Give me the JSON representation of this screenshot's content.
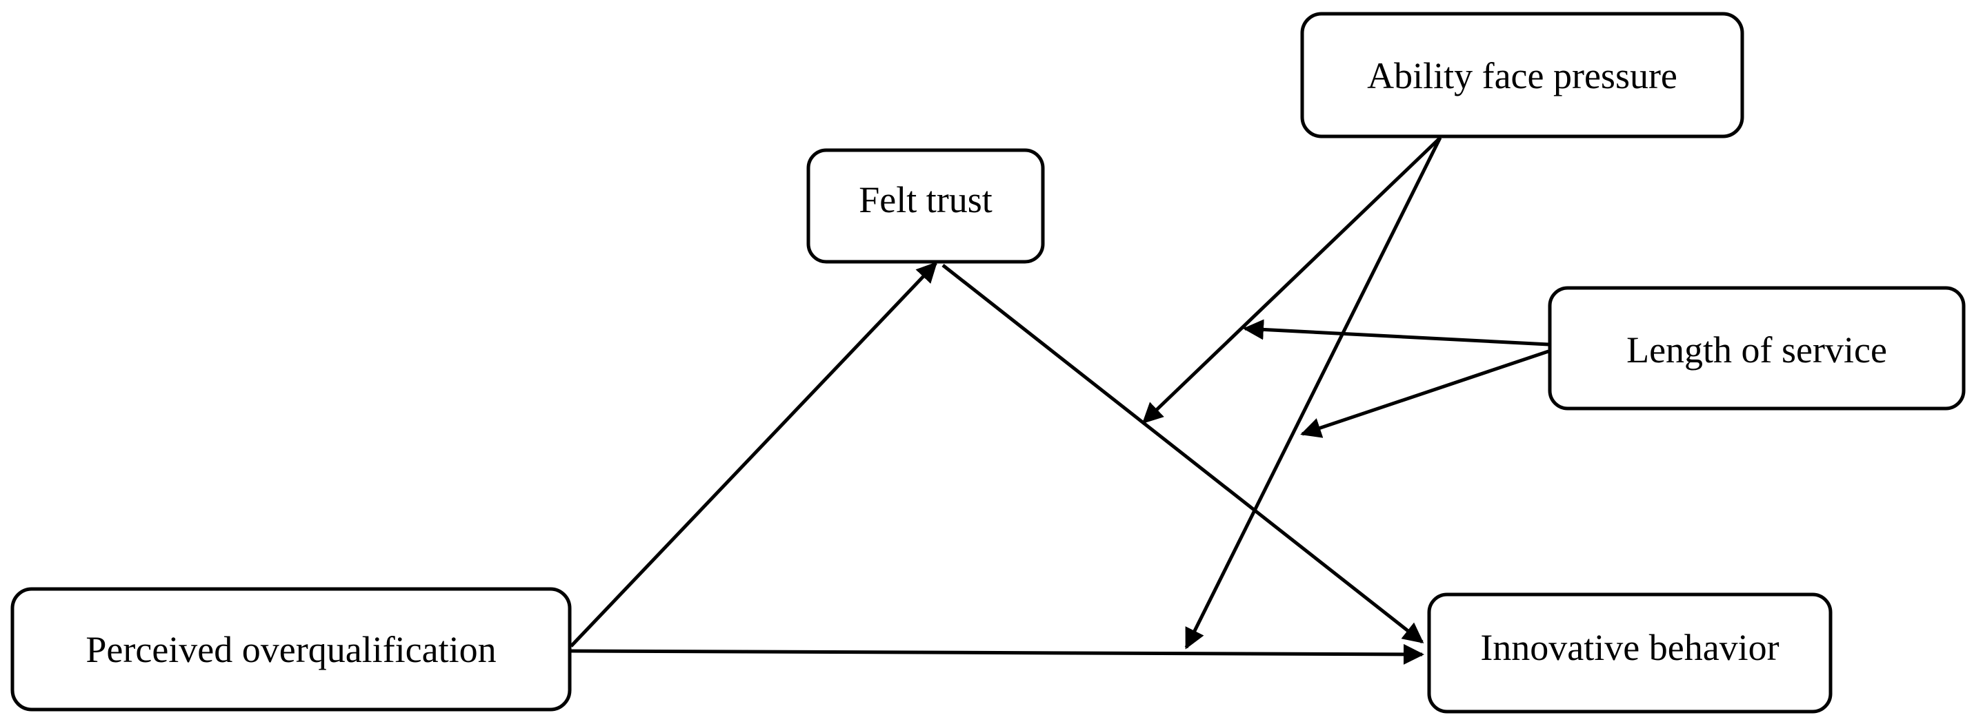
{
  "nodes": {
    "perceived_overqualification": "Perceived overqualification",
    "felt_trust": "Felt trust",
    "innovative_behavior": "Innovative behavior",
    "ability_face_pressure": "Ability face pressure",
    "length_of_service": "Length of service"
  },
  "colors": {
    "line": "#000000",
    "box_fill": "#ffffff",
    "text": "#000000"
  }
}
